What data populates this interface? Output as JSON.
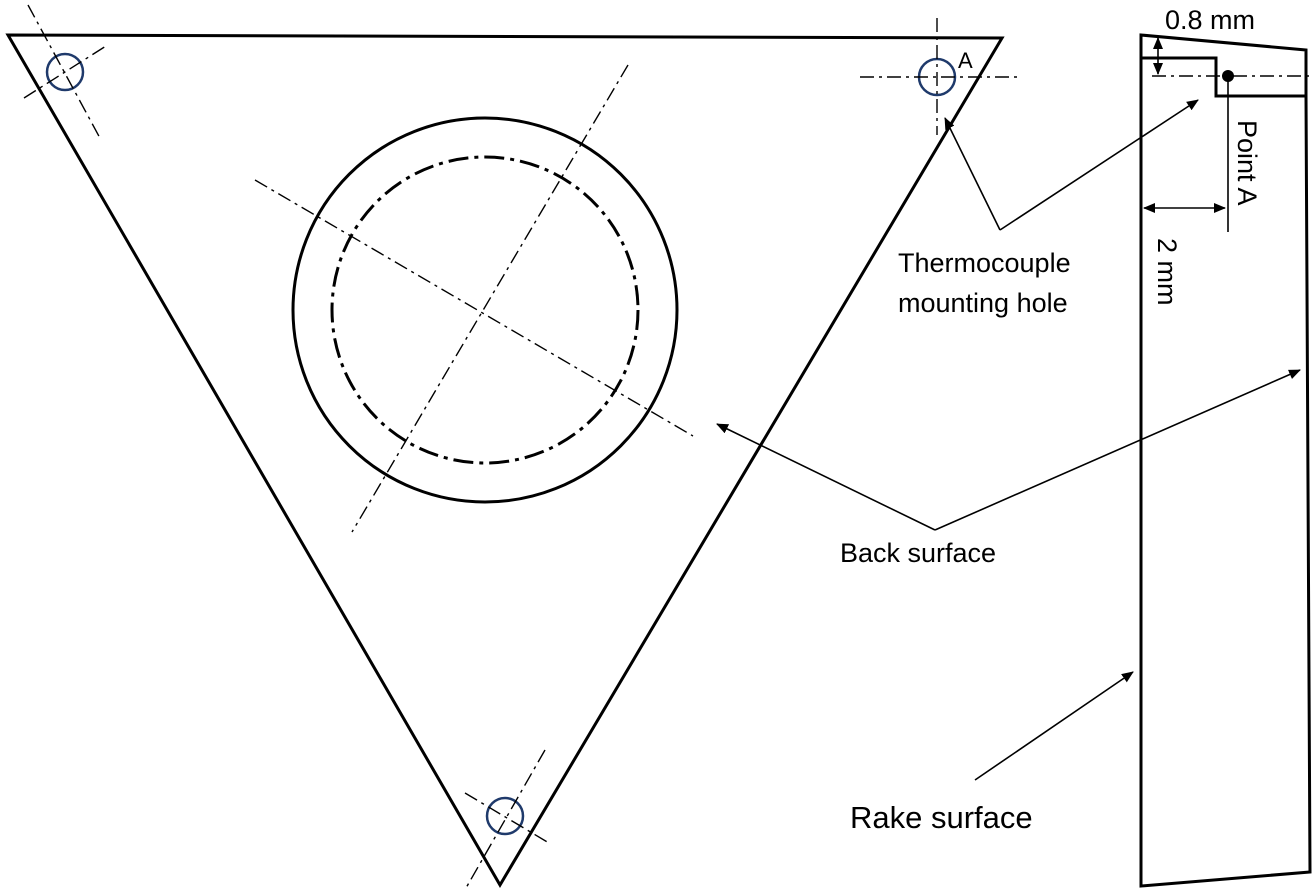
{
  "labels": {
    "point_a_marker": "A",
    "dim_top": "0.8 mm",
    "point_a": "Point A",
    "dim_side": "2 mm",
    "thermocouple_line1": "Thermocouple",
    "thermocouple_line2": "mounting hole",
    "back_surface": "Back surface",
    "rake_surface": "Rake surface"
  },
  "colors": {
    "line": "#000000",
    "hole": "#1f3a6b",
    "background": "#ffffff"
  }
}
